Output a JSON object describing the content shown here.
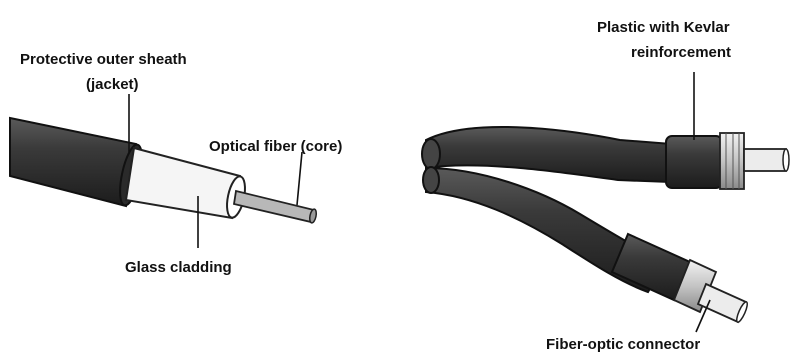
{
  "labels": {
    "jacket_line1": "Protective outer sheath",
    "jacket_line2": "(jacket)",
    "core": "Optical fiber (core)",
    "cladding": "Glass cladding",
    "kevlar_line1": "Plastic with Kevlar",
    "kevlar_line2": "reinforcement",
    "connector": "Fiber-optic connector"
  },
  "colors": {
    "jacket": "#3a3a3a",
    "cladding": "#f4f4f4",
    "core": "#b8b8b8",
    "connector_metal": "#d8d8d8",
    "text": "#111111"
  }
}
